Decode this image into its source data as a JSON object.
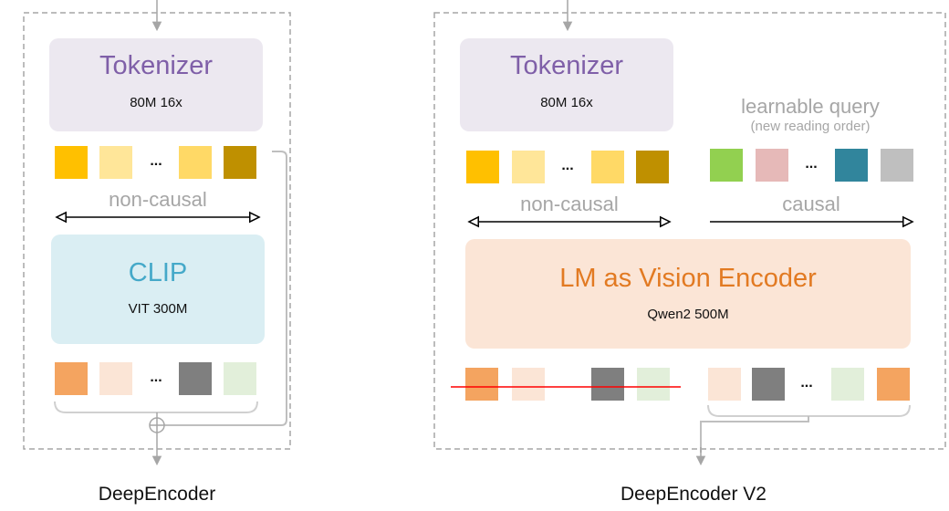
{
  "left": {
    "tokenizer_title": "Tokenizer",
    "tokenizer_sub": "80M 16x",
    "mask_label": "non-causal",
    "clip_title": "CLIP",
    "clip_sub": "VIT 300M",
    "dots": "...",
    "caption": "DeepEncoder"
  },
  "right": {
    "tokenizer_title": "Tokenizer",
    "tokenizer_sub": "80M 16x",
    "query_title": "learnable query",
    "query_sub": "(new reading order)",
    "noncausal_label": "non-causal",
    "causal_label": "causal",
    "lm_title": "LM as Vision Encoder",
    "lm_sub": "Qwen2 500M",
    "dots": "...",
    "caption": "DeepEncoder V2"
  },
  "colors": {
    "token_a": "#ffc000",
    "token_b": "#ffe699",
    "token_c": "#ffd966",
    "token_d": "#bf9000",
    "query_green": "#92d050",
    "query_pink": "#e6b9b8",
    "query_teal": "#31859c",
    "query_gray": "#bfbfbf",
    "out_orange": "#f4a460",
    "out_peach": "#fbe5d6",
    "out_dark": "#7f7f7f",
    "out_green": "#e2efda",
    "tokenizer_bg": "#ece8f0",
    "clip_bg": "#daeef3",
    "lm_bg": "#fbe5d6",
    "strike": "#ff0000"
  }
}
